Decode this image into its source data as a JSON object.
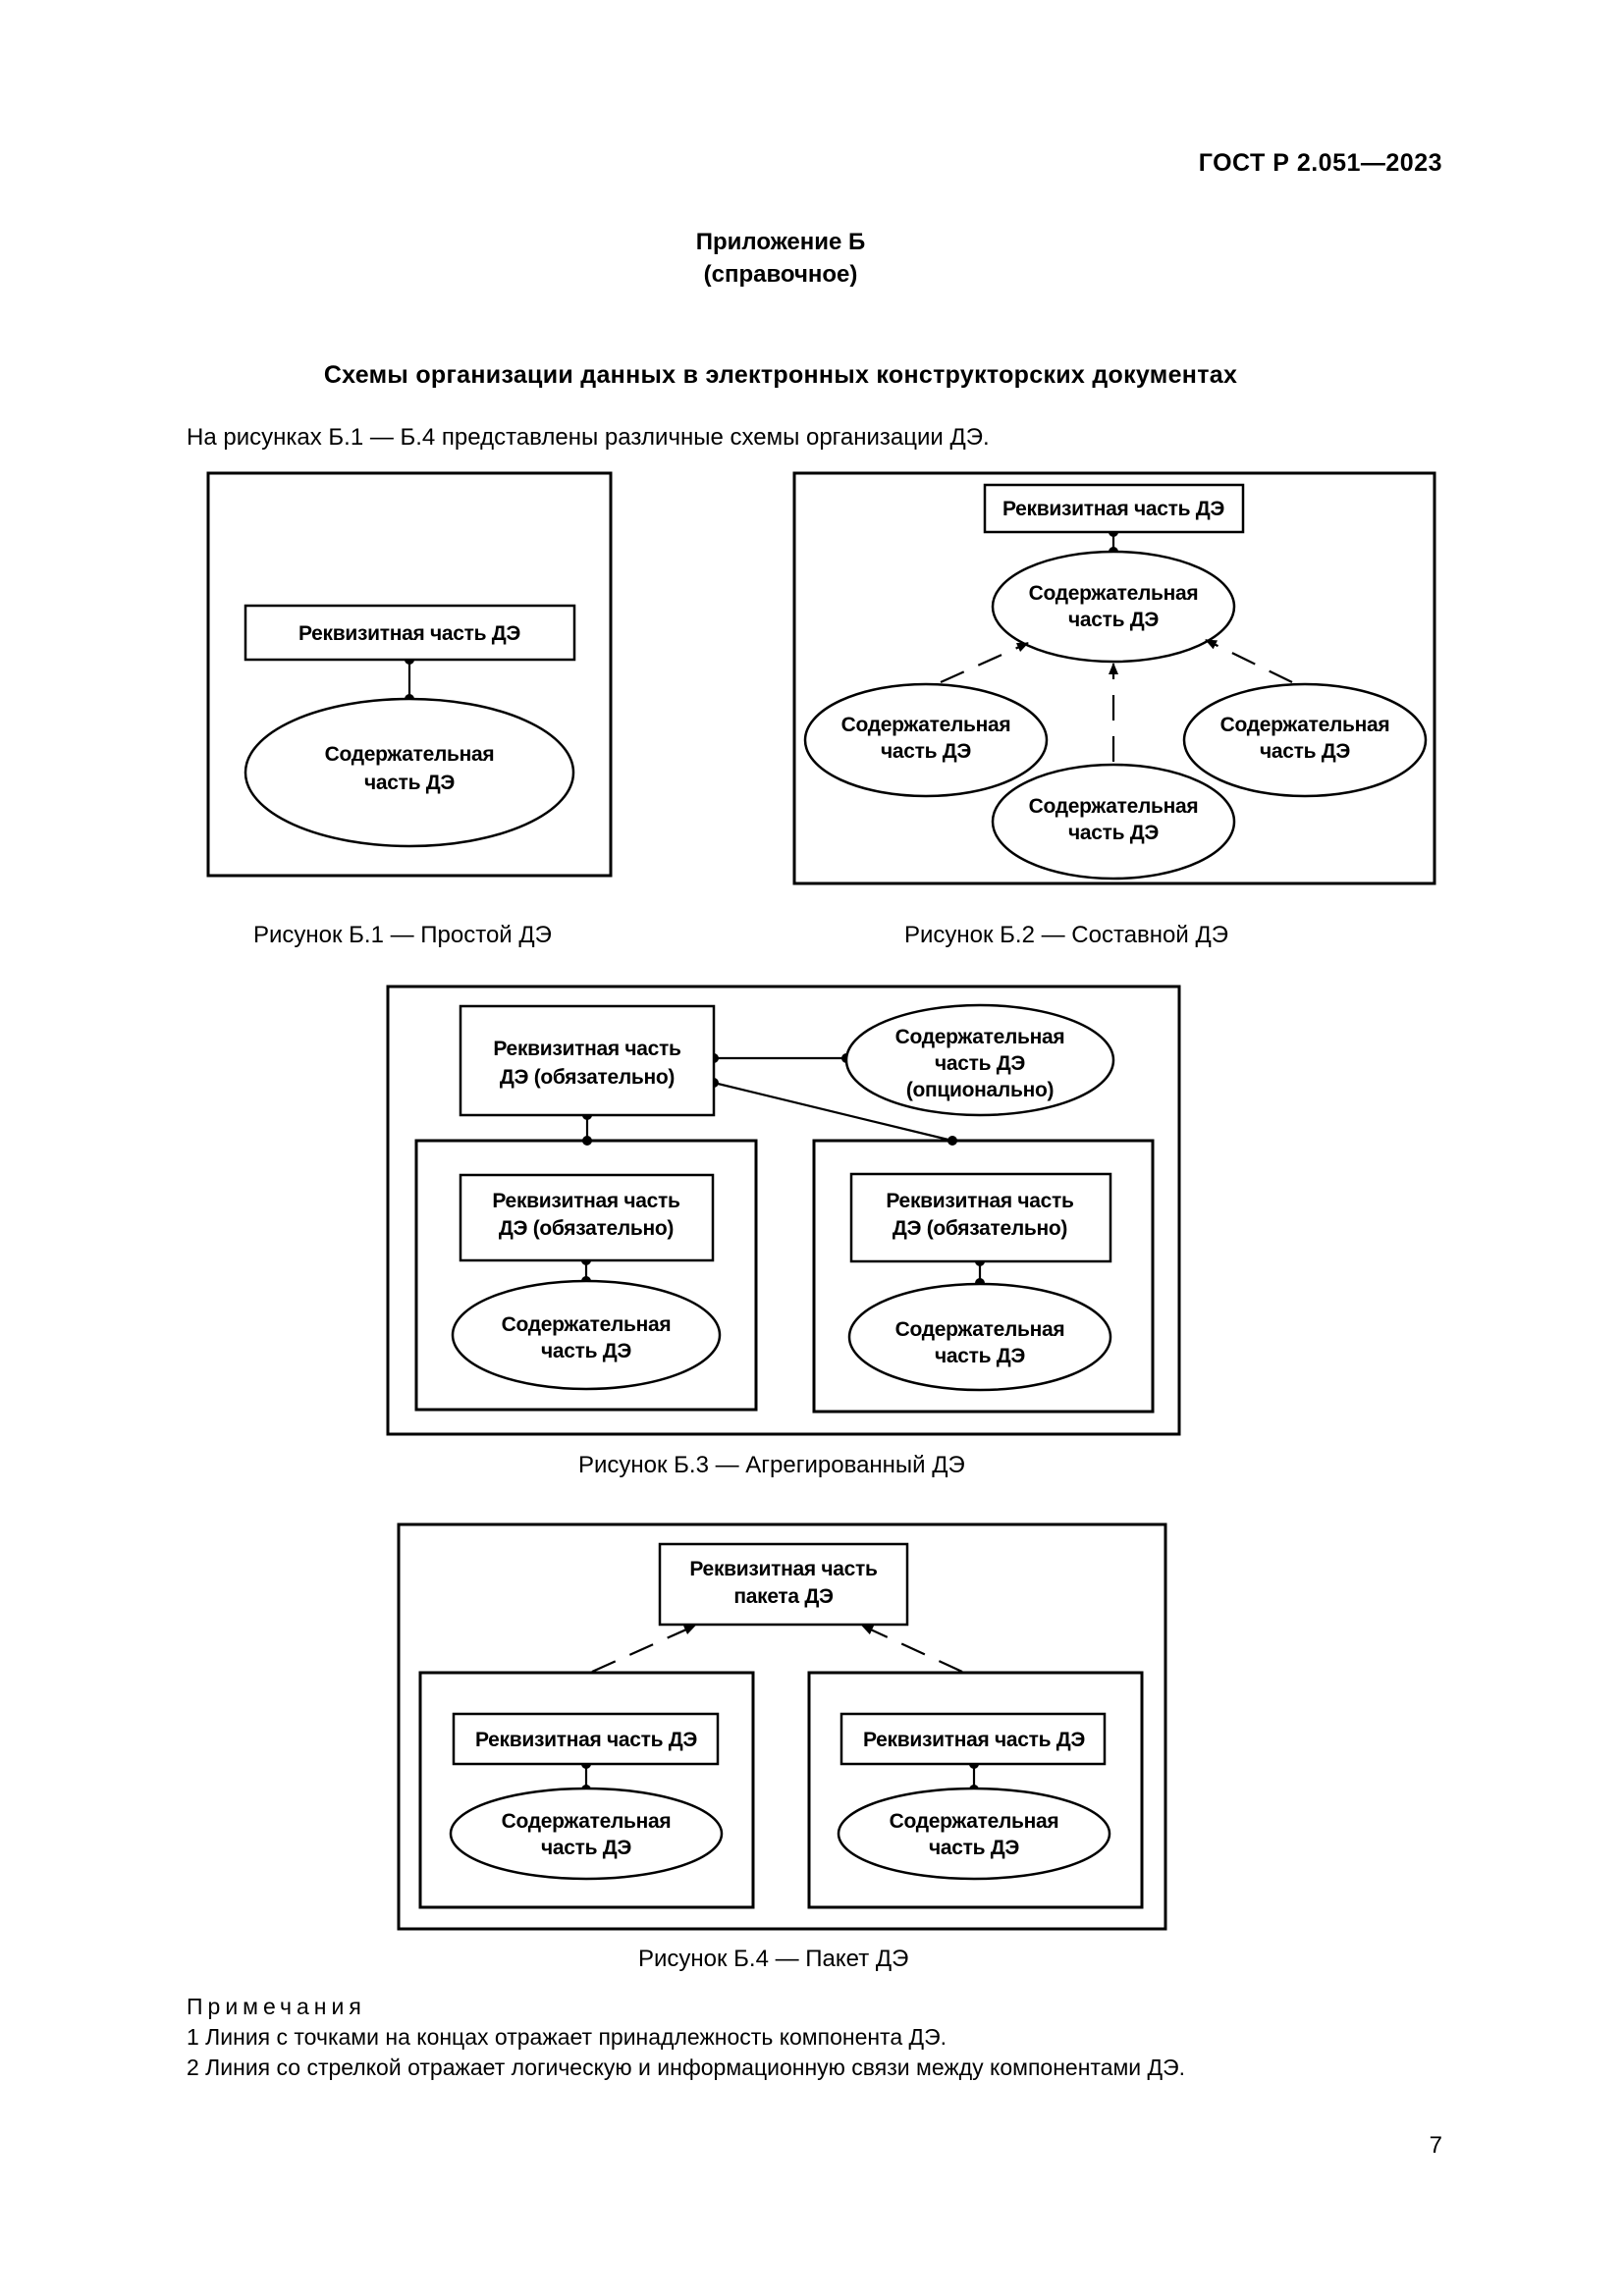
{
  "header": {
    "standard_id": "ГОСТ Р 2.051—2023"
  },
  "appendix": {
    "title": "Приложение Б",
    "subtitle": "(справочное)"
  },
  "section": {
    "heading": "Схемы организации данных в электронных конструкторских документах",
    "intro": "На рисунках Б.1 — Б.4 представлены различные схемы организации ДЭ."
  },
  "figures": {
    "b1": {
      "caption": "Рисунок Б.1 — Простой ДЭ",
      "req": "Реквизитная часть ДЭ",
      "content_l1": "Содержательная",
      "content_l2": "часть ДЭ"
    },
    "b2": {
      "caption": "Рисунок Б.2 — Составной ДЭ",
      "req": "Реквизитная часть ДЭ",
      "content_l1": "Содержательная",
      "content_l2": "часть ДЭ"
    },
    "b3": {
      "caption": "Рисунок Б.3 — Агрегированный ДЭ",
      "req_l1": "Реквизитная часть",
      "req_l2": "ДЭ (обязательно)",
      "content_l1": "Содержательная",
      "content_l2": "часть ДЭ",
      "opt_l1": "Содержательная",
      "opt_l2": "часть ДЭ",
      "opt_l3": "(опционально)"
    },
    "b4": {
      "caption": "Рисунок Б.4 — Пакет ДЭ",
      "pkg_l1": "Реквизитная часть",
      "pkg_l2": "пакета ДЭ",
      "req": "Реквизитная часть ДЭ",
      "content_l1": "Содержательная",
      "content_l2": "часть ДЭ"
    }
  },
  "notes": {
    "title": "Примечания",
    "items": [
      "1  Линия с точками на концах отражает принадлежность компонента ДЭ.",
      "2  Линия со стрелкой отражает логическую и информационную связи между компонентами ДЭ."
    ]
  },
  "page_number": "7"
}
